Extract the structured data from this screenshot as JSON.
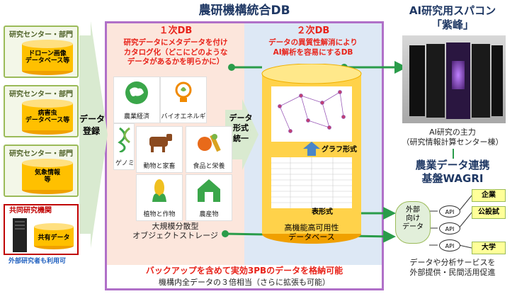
{
  "header": {
    "title": "農研機構統合DB"
  },
  "sources": [
    {
      "title": "研究センター・部門",
      "db_label": "ドローン画像\nデータベース等"
    },
    {
      "title": "研究センター・部門",
      "db_label": "病害虫\nデータベース等"
    },
    {
      "title": "研究センター・部門",
      "db_label": "気象情報\n等"
    }
  ],
  "joint": {
    "title": "共同研究機関",
    "db_label": "共有データ",
    "note": "外部研究者も利用可"
  },
  "flows": {
    "register": "データ\n登録",
    "unify": "データ\n形式\n統一"
  },
  "primary_db": {
    "title": "１次DB",
    "desc": "研究データにメタデータを付け\nカタログ化（どこにどのような\nデータがあるかを明らかに）",
    "storage_label": "大規模分散型\nオブジェクトストレージ",
    "categories": [
      {
        "label": "農業経済",
        "icon": "globe-money-icon"
      },
      {
        "label": "バイオエネルギ",
        "icon": "lightbulb-leaf-icon"
      },
      {
        "label": "ゲノミクス",
        "icon": "dna-icon"
      },
      {
        "label": "動物と家畜",
        "icon": "cow-icon"
      },
      {
        "label": "食品と栄養",
        "icon": "food-icon"
      },
      {
        "label": "植物と作物",
        "icon": "corn-icon"
      },
      {
        "label": "農産物",
        "icon": "barn-icon"
      }
    ]
  },
  "secondary_db": {
    "title": "２次DB",
    "desc": "データの異質性解消により\nAI解析を容易にするDB",
    "graph_label": "グラフ形式",
    "table_label": "表形式",
    "db_label": "高機能高可用性\nデータベース"
  },
  "capacity": {
    "headline": "バックアップを含めて実効3PBのデータを格納可能",
    "sub": "機構内全データの３倍相当（さらに拡張も可能）"
  },
  "supercomputer": {
    "title": "AI研究用スパコン\n「紫峰」",
    "caption": "AI研究の主力\n（研究情報計算センター棟）"
  },
  "wagri": {
    "title": "農業データ連携\n基盤WAGRI",
    "ext_data": "外部\n向け\nデータ",
    "api_label": "API",
    "targets": [
      "企業",
      "公設試",
      "大学"
    ],
    "caption": "データや分析サービスを\n外部提供・民間活用促進"
  },
  "colors": {
    "green": "#2a9c4a",
    "red": "#e8231a",
    "purple": "#b070c8",
    "db_yellow": "#ffd24a",
    "light_green": "#9bbb59"
  }
}
